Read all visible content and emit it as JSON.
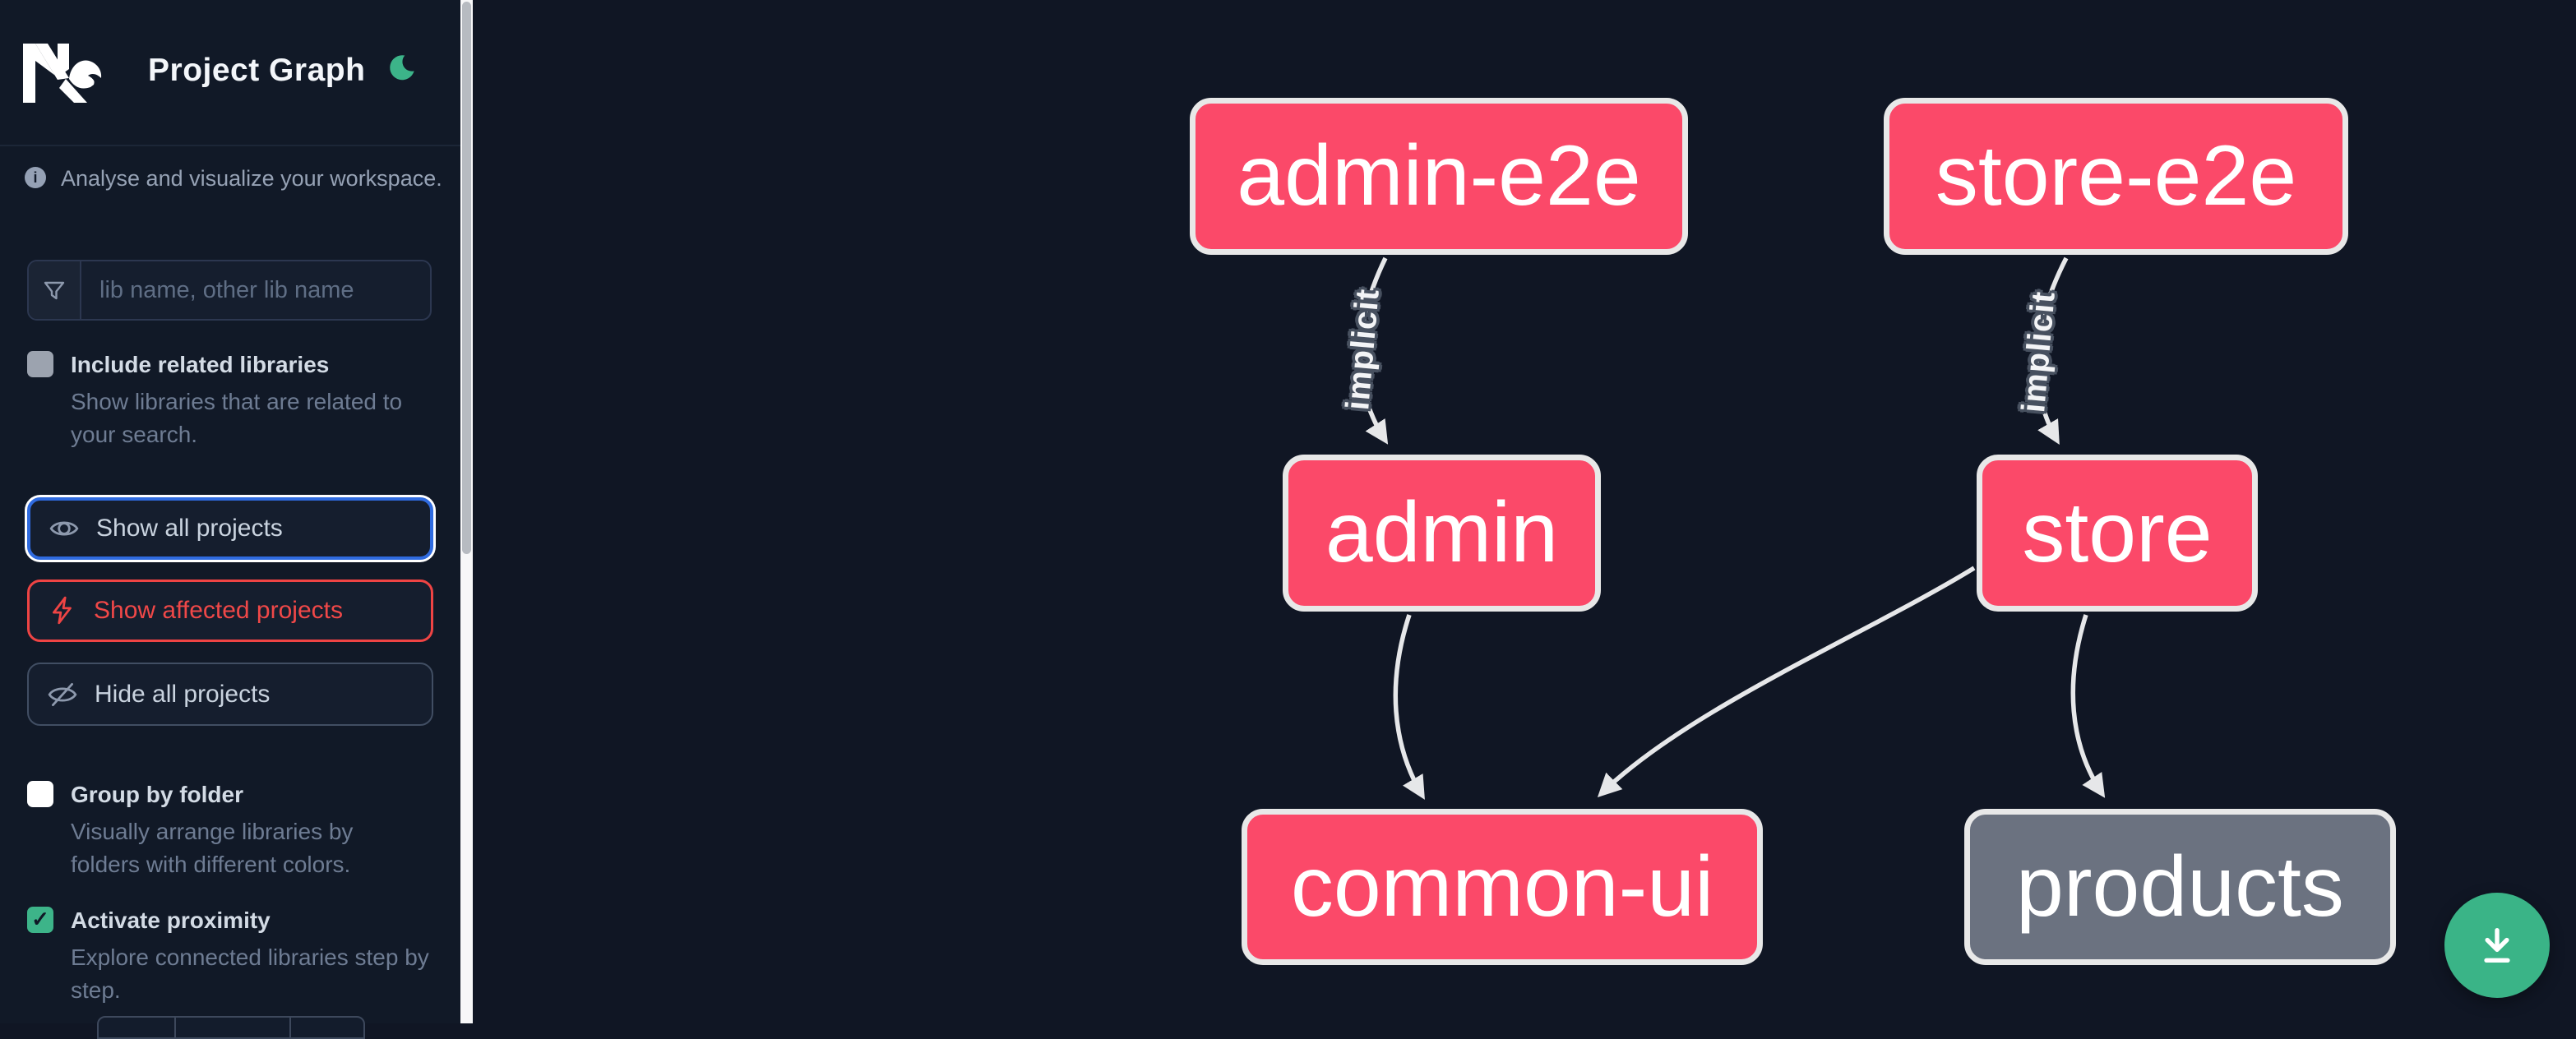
{
  "app": {
    "title": "Project Graph",
    "tagline": "Analyse and visualize your workspace."
  },
  "theme": {
    "accent_green": "#3ab487",
    "node_pink": "#fb4969",
    "node_gray": "#6b7280",
    "focus_blue": "#2f6be0",
    "danger_red": "#ef4444",
    "edge_gray": "#e6e7e9",
    "canvas_bg": "#101624",
    "sidebar_bg": "#111927"
  },
  "sidebar": {
    "search": {
      "placeholder": "lib name, other lib name",
      "value": ""
    },
    "actions": [
      {
        "label": "Show all projects",
        "state": "focused"
      },
      {
        "label": "Show affected projects",
        "state": "danger"
      },
      {
        "label": "Hide all projects",
        "state": "default"
      }
    ],
    "toggles": [
      {
        "label": "Include related libraries",
        "description": "Show libraries that are related to your search.",
        "checked": false
      },
      {
        "label": "Group by folder",
        "description": "Visually arrange libraries by folders with different colors.",
        "checked": false
      },
      {
        "label": "Activate proximity",
        "description": "Explore connected libraries step by step.",
        "checked": true
      }
    ],
    "check_glyph": "✓"
  },
  "graph": {
    "nodes": [
      {
        "id": "admin-e2e",
        "label": "admin-e2e",
        "type": "e2e"
      },
      {
        "id": "store-e2e",
        "label": "store-e2e",
        "type": "e2e"
      },
      {
        "id": "admin",
        "label": "admin",
        "type": "app"
      },
      {
        "id": "store",
        "label": "store",
        "type": "app"
      },
      {
        "id": "common-ui",
        "label": "common-ui",
        "type": "lib"
      },
      {
        "id": "products",
        "label": "products",
        "type": "lib-unfocused"
      }
    ],
    "edges": [
      {
        "source": "admin-e2e",
        "target": "admin",
        "label": "implicit"
      },
      {
        "source": "store-e2e",
        "target": "store",
        "label": "implicit"
      },
      {
        "source": "admin",
        "target": "common-ui",
        "label": ""
      },
      {
        "source": "store",
        "target": "common-ui",
        "label": ""
      },
      {
        "source": "store",
        "target": "products",
        "label": ""
      }
    ]
  }
}
